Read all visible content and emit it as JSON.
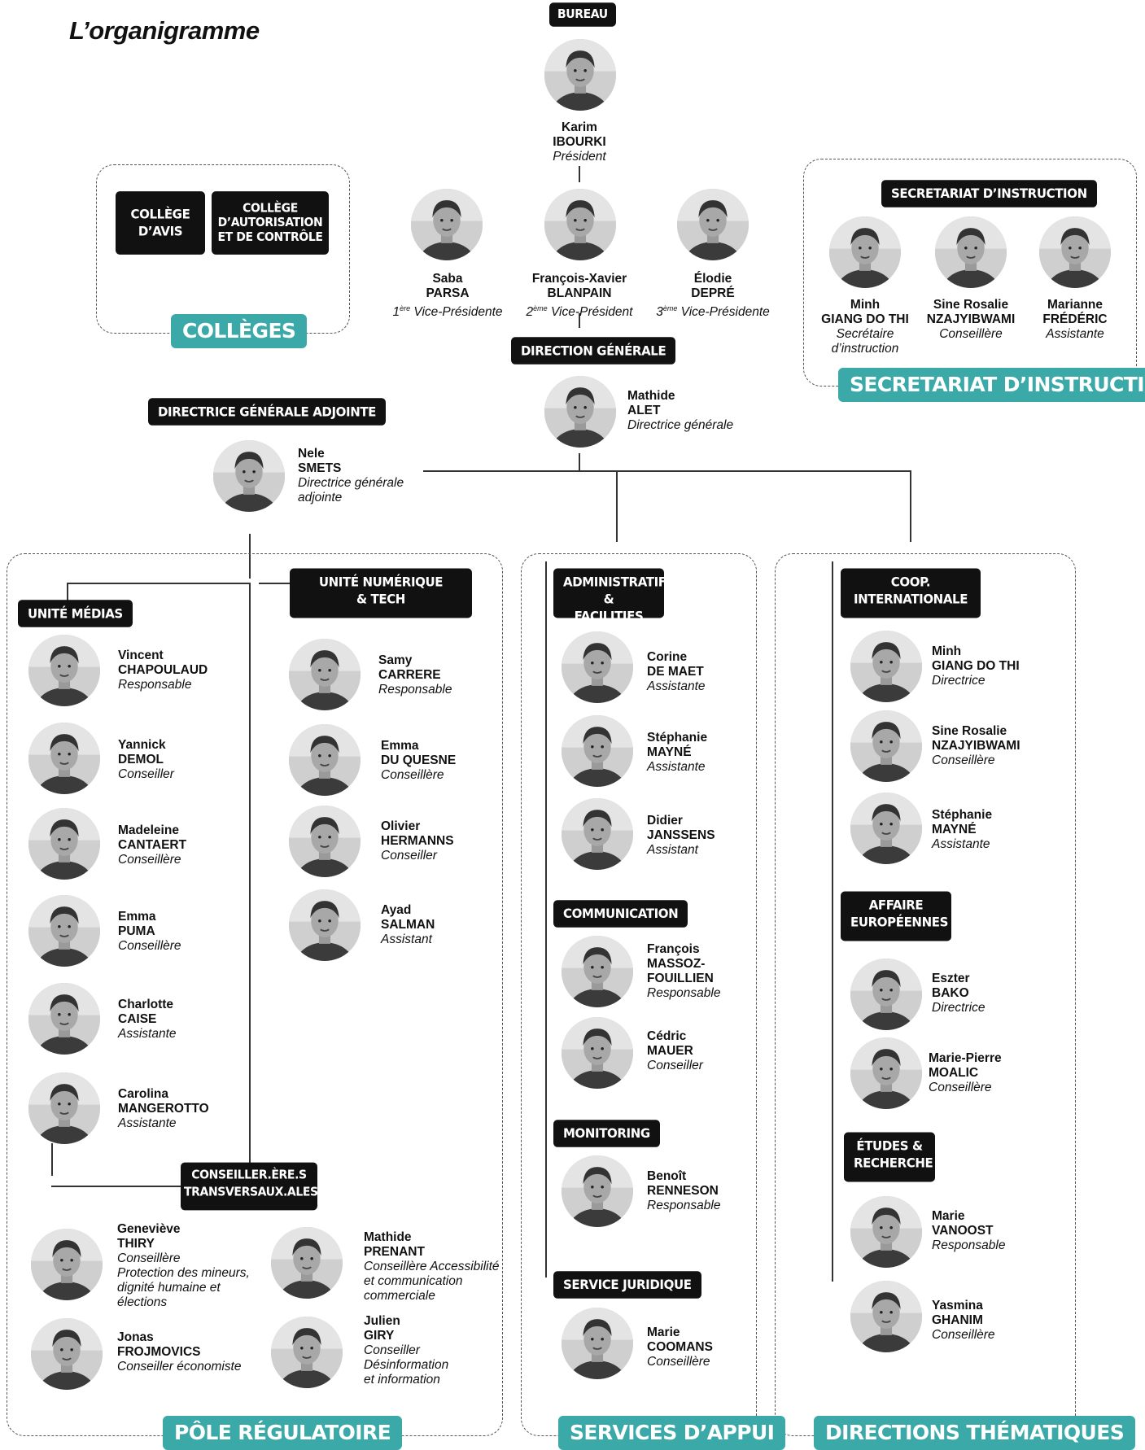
{
  "title": "L’organigramme",
  "bureau": {
    "tag": "BUREAU",
    "president": {
      "first": "Karim",
      "last": "IBOURKI",
      "role": "Président"
    },
    "vp1": {
      "first": "Saba",
      "last": "PARSA",
      "role_sup": "ère",
      "role_num": "1",
      "role": " Vice-Présidente"
    },
    "vp2": {
      "first": "François-Xavier",
      "last": "BLANPAIN",
      "role_sup": "ème",
      "role_num": "2",
      "role": " Vice-Président"
    },
    "vp3": {
      "first": "Élodie",
      "last": "DEPRÉ",
      "role_sup": "ème",
      "role_num": "3",
      "role": " Vice-Présidente"
    }
  },
  "colleges": {
    "college1": "COLLÈGE D’AVIS",
    "college2": "COLLÈGE D’AUTORISATION ET DE CONTRÔLE",
    "label": "COLLÈGES"
  },
  "secretariat": {
    "tag": "SECRETARIAT D’INSTRUCTION",
    "label": "SECRETARIAT D’INSTRUCTION",
    "people": [
      {
        "first": "Minh",
        "last": "GIANG DO THI",
        "role": "Secrétaire",
        "role2": "d’instruction"
      },
      {
        "first": "Sine Rosalie",
        "last": "NZAJYIBWAMI",
        "role": "Conseillère"
      },
      {
        "first": "Marianne",
        "last": "FRÉDÉRIC",
        "role": "Assistante"
      }
    ]
  },
  "direction": {
    "tag": "DIRECTION GÉNÉRALE",
    "dg": {
      "first": "Mathide",
      "last": "ALET",
      "role": "Directrice générale"
    },
    "adj_tag": "DIRECTRICE GÉNÉRALE ADJOINTE",
    "adj": {
      "first": "Nele",
      "last": "SMETS",
      "role": "Directrice générale",
      "role2": "adjointe"
    }
  },
  "pole": {
    "label": "PÔLE RÉGULATOIRE",
    "medias_tag": "UNITÉ MÉDIAS",
    "medias": [
      {
        "first": "Vincent",
        "last": "CHAPOULAUD",
        "role": "Responsable"
      },
      {
        "first": "Yannick",
        "last": "DEMOL",
        "role": "Conseiller"
      },
      {
        "first": "Madeleine",
        "last": "CANTAERT",
        "role": "Conseillère"
      },
      {
        "first": "Emma",
        "last": "PUMA",
        "role": "Conseillère"
      },
      {
        "first": "Charlotte",
        "last": "CAISE",
        "role": "Assistante"
      },
      {
        "first": "Carolina",
        "last": "MANGEROTTO",
        "role": "Assistante"
      }
    ],
    "num_tag_1": "UNITÉ NUMÉRIQUE",
    "num_tag_2": "& TECH",
    "numerique": [
      {
        "first": "Samy",
        "last": "CARRERE",
        "role": "Responsable"
      },
      {
        "first": "Emma",
        "last": "DU QUESNE",
        "role": "Conseillère"
      },
      {
        "first": "Olivier",
        "last": "HERMANNS",
        "role": "Conseiller"
      },
      {
        "first": "Ayad",
        "last": "SALMAN",
        "role": "Assistant"
      }
    ],
    "trans_tag_1": "CONSEILLER.ÈRE.S",
    "trans_tag_2": "TRANSVERSAUX.ALES",
    "transversaux": [
      {
        "first": "Geneviève",
        "last": "THIRY",
        "role": "Conseillère",
        "desc1": "Protection des mineurs,",
        "desc2": "dignité humaine et",
        "desc3": "élections"
      },
      {
        "first": "Mathide",
        "last": "PRENANT",
        "role": "Conseillère Accessibilité",
        "desc1": "et communication",
        "desc2": "commerciale"
      },
      {
        "first": "Jonas",
        "last": "FROJMOVICS",
        "role": "Conseiller économiste"
      },
      {
        "first": "Julien",
        "last": "GIRY",
        "role": "Conseiller",
        "desc1": "Désinformation",
        "desc2": "et information"
      }
    ]
  },
  "services": {
    "label": "SERVICES D’APPUI",
    "admin_tag_1": "ADMINISTRATIF &",
    "admin_tag_2": "FACILITIES",
    "admin": [
      {
        "first": "Corine",
        "last": "DE MAET",
        "role": "Assistante"
      },
      {
        "first": "Stéphanie",
        "last": "MAYNÉ",
        "role": "Assistante"
      },
      {
        "first": "Didier",
        "last": "JANSSENS",
        "role": "Assistant"
      }
    ],
    "com_tag": "COMMUNICATION",
    "com": [
      {
        "first": "François",
        "last": "MASSOZ-",
        "last2": "FOUILLIEN",
        "role": "Responsable"
      },
      {
        "first": "Cédric",
        "last": "MAUER",
        "role": "Conseiller"
      }
    ],
    "mon_tag": "MONITORING",
    "mon": [
      {
        "first": "Benoît",
        "last": "RENNESON",
        "role": "Responsable"
      }
    ],
    "jur_tag": "SERVICE JURIDIQUE",
    "jur": [
      {
        "first": "Marie",
        "last": "COOMANS",
        "role": "Conseillère"
      }
    ]
  },
  "thematiques": {
    "label": "DIRECTIONS THÉMATIQUES",
    "coop_tag_1": "COOP.",
    "coop_tag_2": "INTERNATIONALE",
    "coop": [
      {
        "first": "Minh",
        "last": "GIANG DO THI",
        "role": "Directrice"
      },
      {
        "first": "Sine Rosalie",
        "last": "NZAJYIBWAMI",
        "role": "Conseillère"
      },
      {
        "first": "Stéphanie",
        "last": "MAYNÉ",
        "role": "Assistante"
      }
    ],
    "eu_tag_1": "AFFAIRE",
    "eu_tag_2": "EUROPÉENNES",
    "eu": [
      {
        "first": "Eszter",
        "last": "BAKO",
        "role": "Directrice"
      },
      {
        "first": "Marie-Pierre",
        "last": "MOALIC",
        "role": "Conseillère"
      }
    ],
    "etudes_tag_1": "ÉTUDES &",
    "etudes_tag_2": "RECHERCHE",
    "etudes": [
      {
        "first": "Marie",
        "last": "VANOOST",
        "role": "Responsable"
      },
      {
        "first": "Yasmina",
        "last": "GHANIM",
        "role": "Conseillère"
      }
    ]
  }
}
